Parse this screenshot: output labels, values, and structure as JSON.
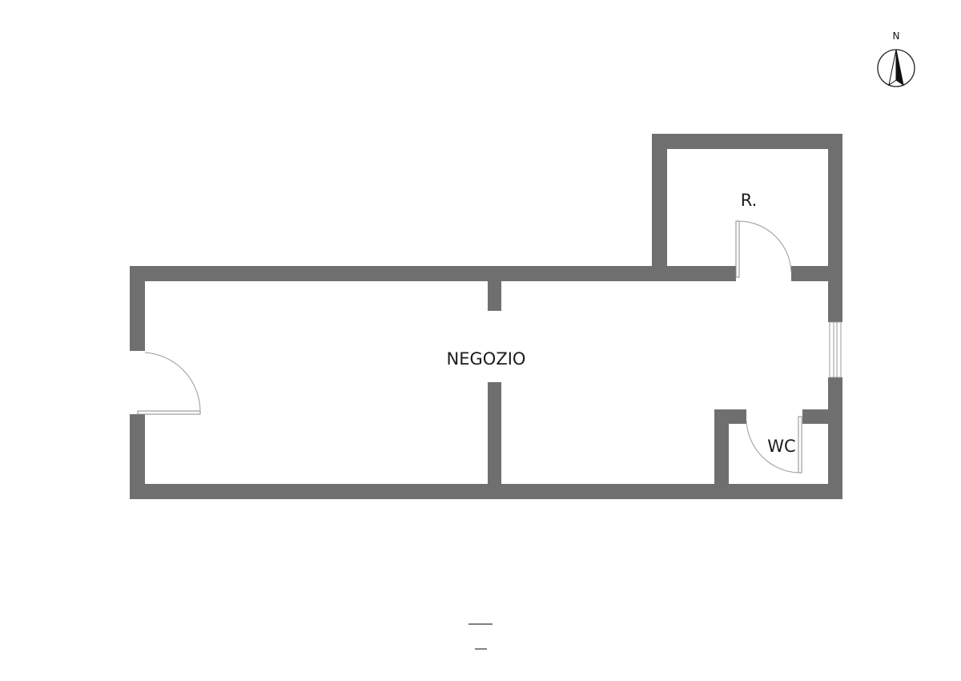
{
  "compass": {
    "label": "N",
    "icon": "north-arrow-icon"
  },
  "rooms": [
    {
      "id": "negozio",
      "label": "NEGOZIO"
    },
    {
      "id": "ripostiglio",
      "label": "R."
    },
    {
      "id": "wc",
      "label": "WC"
    }
  ],
  "colors": {
    "wall": "#6f6f6f",
    "background": "#ffffff"
  }
}
